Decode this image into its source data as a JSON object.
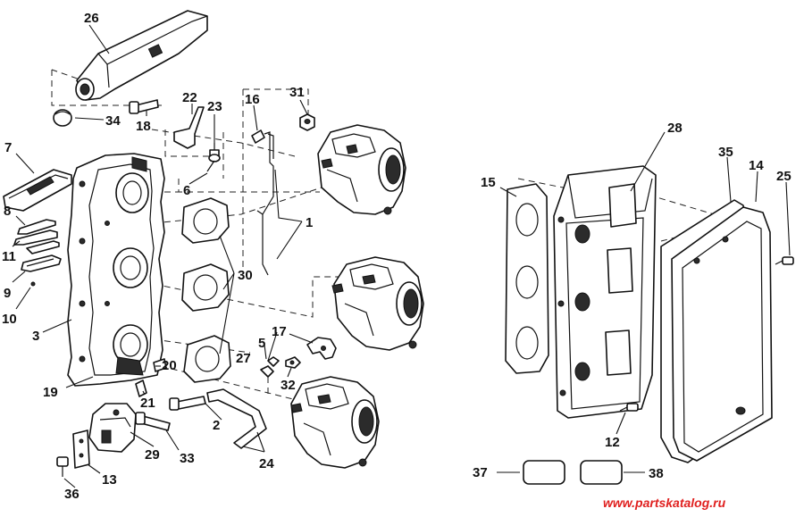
{
  "callouts": {
    "c1": "1",
    "c2": "2",
    "c3": "3",
    "c5": "5",
    "c6": "6",
    "c7": "7",
    "c8": "8",
    "c9": "9",
    "c10": "10",
    "c11": "11",
    "c12": "12",
    "c13": "13",
    "c14": "14",
    "c15": "15",
    "c16": "16",
    "c17": "17",
    "c18": "18",
    "c19": "19",
    "c20": "20",
    "c21": "21",
    "c22": "22",
    "c23": "23",
    "c24": "24",
    "c25": "25",
    "c26": "26",
    "c27": "27",
    "c28": "28",
    "c29": "29",
    "c30": "30",
    "c31": "31",
    "c32": "32",
    "c33": "33",
    "c34": "34",
    "c35": "35",
    "c36": "36",
    "c37": "37",
    "c38": "38"
  },
  "watermark": "www.partskatalog.ru",
  "colors": {
    "ink": "#111111",
    "watermark": "#e0201f",
    "background": "#ffffff"
  }
}
